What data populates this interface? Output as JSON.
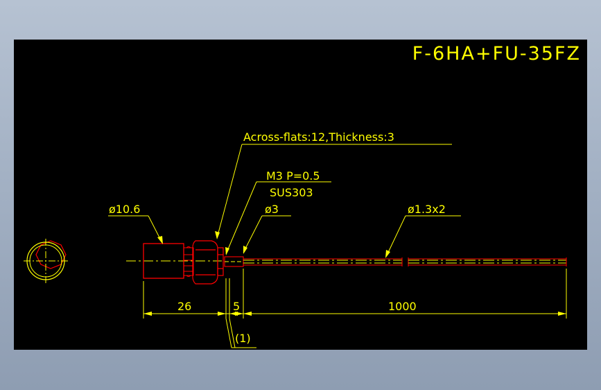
{
  "drawing": {
    "title": "F-6HA+FU-35FZ",
    "annotations": {
      "across_flats": "Across-flats:12,Thickness:3",
      "thread": "M3 P=0.5",
      "material": "SUS303",
      "diameter_head": "ø10.6",
      "diameter_tip": "ø3",
      "diameter_fiber": "ø1.3x2"
    },
    "dimensions": {
      "head_length": "26",
      "nut_length": "5",
      "fiber_length": "1000",
      "reference": "(1)"
    },
    "colors": {
      "background": "#000000",
      "line": "#ffff00",
      "outline": "#ff0000",
      "text": "#ffff00"
    }
  }
}
